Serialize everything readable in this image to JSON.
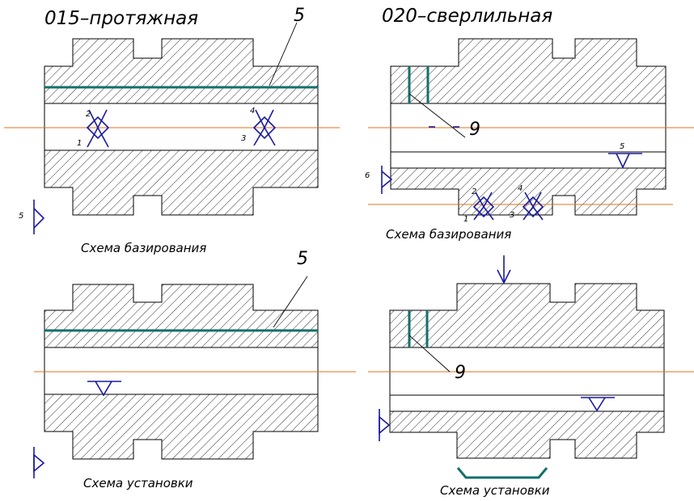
{
  "titles": {
    "left": "015–протяжная",
    "right": "020–сверлильная"
  },
  "captions": {
    "basing_left": "Схема базирования",
    "basing_right": "Схема базирования",
    "setup_left": "Схема установки",
    "setup_right": "Схема установки"
  },
  "callouts": {
    "five_top": "5",
    "five_bottom": "5",
    "nine_top": "9",
    "nine_bottom": "9"
  },
  "point_numbers": {
    "left": {
      "p1": "1",
      "p2": "2",
      "p3": "3",
      "p4": "4",
      "p5": "5"
    },
    "right": {
      "p1": "1",
      "p2": "2",
      "p3": "3",
      "p4": "4",
      "p5": "5",
      "p6": "6"
    }
  },
  "colors": {
    "axis": "#e0701e",
    "tool": "#14706a",
    "support": "#1a1aa0"
  }
}
